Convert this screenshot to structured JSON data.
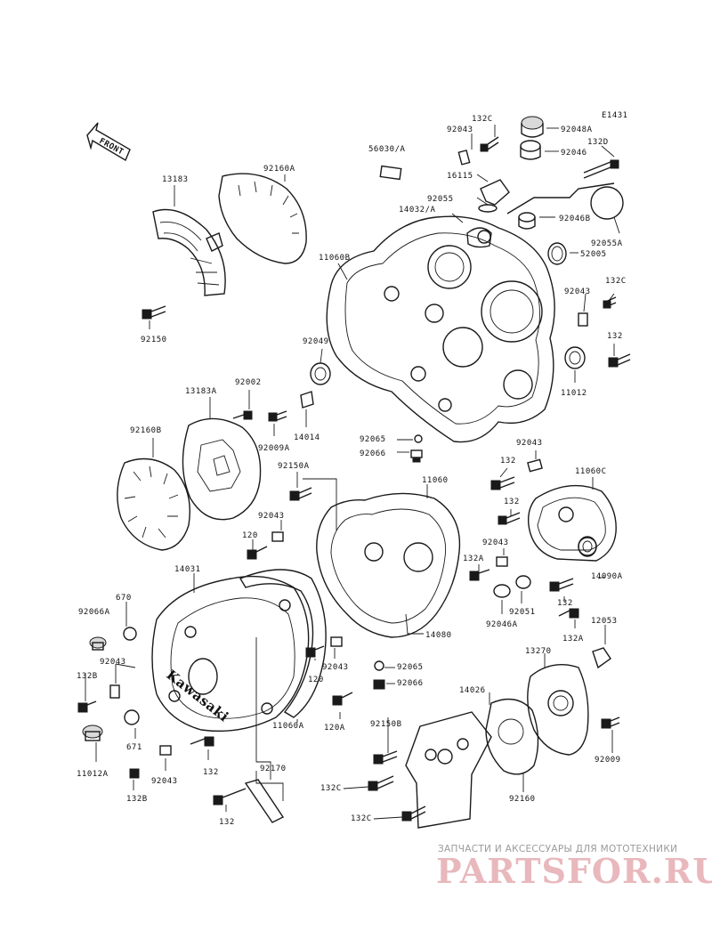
{
  "diagram": {
    "ref_code": "E1431",
    "front_label": "FRONT",
    "brand_on_cover": "Kawasaki",
    "watermark": {
      "subtitle": "ЗАПЧАСТИ И АКСЕССУАРЫ ДЛЯ МОТОТЕХНИКИ",
      "logo": "PARTSFOR.RU"
    },
    "labels": {
      "l_13183": "13183",
      "l_92160A": "92160A",
      "l_92150": "92150",
      "l_92043_top": "92043",
      "l_132C_top": "132C",
      "l_92048A": "92048A",
      "l_92046_top": "92046",
      "l_132D": "132D",
      "l_56030A": "56030/A",
      "l_16115": "16115",
      "l_92055": "92055",
      "l_14032A": "14032/A",
      "l_92046B": "92046B",
      "l_92055A": "92055A",
      "l_52005": "52005",
      "l_11060B": "11060B",
      "l_92043_r1": "92043",
      "l_132C_r1": "132C",
      "l_92049": "92049",
      "l_132_r1": "132",
      "l_11012": "11012",
      "l_13183A": "13183A",
      "l_92002": "92002",
      "l_92009A": "92009A",
      "l_14014": "14014",
      "l_92160B": "92160B",
      "l_92065_top": "92065",
      "l_92066_top": "92066",
      "l_92043_r2": "92043",
      "l_132_r2": "132",
      "l_11060C": "11060C",
      "l_92150A": "92150A",
      "l_11060": "11060",
      "l_92043_mid": "92043",
      "l_132_r3": "132",
      "l_120_a": "120",
      "l_92043_r3": "92043",
      "l_14031": "14031",
      "l_132A_a": "132A",
      "l_14090A": "14090A",
      "l_670": "670",
      "l_92066A": "92066A",
      "l_92051": "92051",
      "l_92046A": "92046A",
      "l_132_r4": "132",
      "l_92043_left": "92043",
      "l_12053": "12053",
      "l_132A_b": "132A",
      "l_14080": "14080",
      "l_132B_a": "132B",
      "l_120_b": "120",
      "l_92043_c": "92043",
      "l_92065_bot": "92065",
      "l_92066_bot": "92066",
      "l_13270": "13270",
      "l_671": "671",
      "l_11060A": "11060A",
      "l_120A": "120A",
      "l_14026": "14026",
      "l_92150B": "92150B",
      "l_11012A": "11012A",
      "l_92043_bl": "92043",
      "l_132_bl": "132",
      "l_132B_b": "132B",
      "l_92170": "92170",
      "l_92009": "92009",
      "l_132C_a": "132C",
      "l_132C_b": "132C",
      "l_92160": "92160",
      "l_132_bot": "132"
    }
  }
}
